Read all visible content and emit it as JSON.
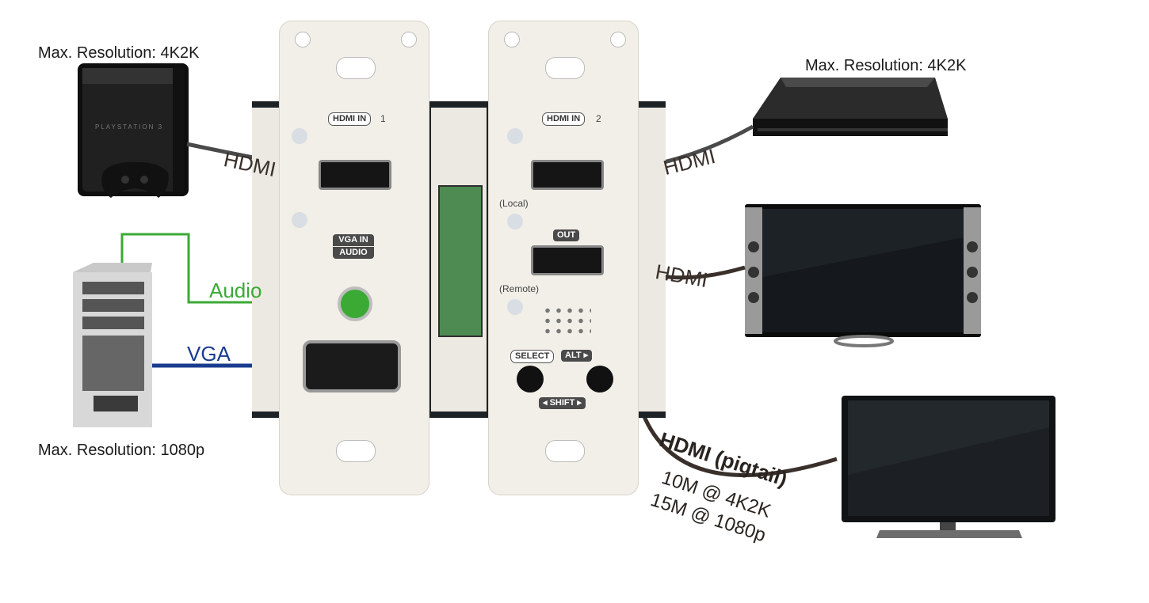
{
  "labels": {
    "ps3_res": "Max. Resolution: 4K2K",
    "ps3slim_res": "Max. Resolution: 4K2K",
    "pc_res": "Max. Resolution: 1080p"
  },
  "cables": {
    "hdmi_in1": "HDMI",
    "hdmi_in2": "HDMI",
    "hdmi_out": "HDMI",
    "audio": "Audio",
    "vga": "VGA",
    "pigtail": "HDMI (pigtail)",
    "pigtail_spec1": "10M @ 4K2K",
    "pigtail_spec2": "15M @ 1080p"
  },
  "panel": {
    "hdmi_in1": "HDMI IN",
    "hdmi_in1_num": "1",
    "hdmi_in2": "HDMI IN",
    "hdmi_in2_num": "2",
    "vga_in": "VGA IN",
    "audio": "AUDIO",
    "local": "(Local)",
    "out": "OUT",
    "remote": "(Remote)",
    "select": "SELECT",
    "alt": "ALT ▸",
    "shift": "◂ SHIFT ▸",
    "ps3_brand": "PLAYSTATION 3"
  },
  "colors": {
    "audio_cable": "#3aaa35",
    "vga_cable": "#1a3c8f",
    "hdmi_cable": "#3a302b"
  }
}
